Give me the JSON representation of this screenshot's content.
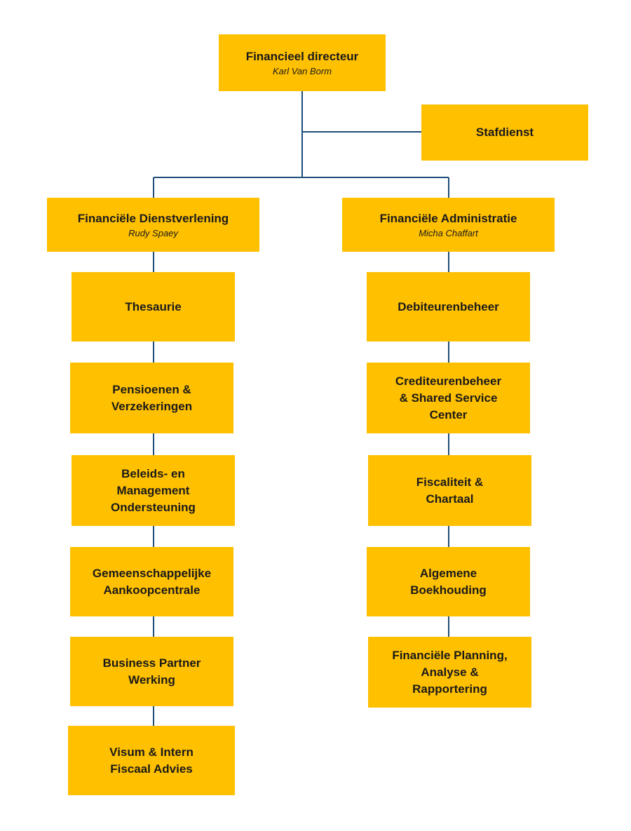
{
  "chart": {
    "director": {
      "title": "Financieel directeur",
      "name": "Karl Van Borm"
    },
    "staff": {
      "title": "Stafdienst"
    },
    "divisions": {
      "left": {
        "title": "Financiële Dienstverlening",
        "name": "Rudy Spaey",
        "units": [
          "Thesaurie",
          "Pensioenen &\nVerzekeringen",
          "Beleids- en\nManagement\nOndersteuning",
          "Gemeenschappelijke\nAankoopcentrale",
          "Business Partner\nWerking",
          "Visum & Intern\nFiscaal Advies"
        ]
      },
      "right": {
        "title": "Financiële Administratie",
        "name": "Micha Chaffart",
        "units": [
          "Debiteurenbeheer",
          "Crediteurenbeheer\n& Shared Service\nCenter",
          "Fiscaliteit &\nChartaal",
          "Algemene\nBoekhouding",
          "Financiële Planning,\nAnalyse &\nRapportering"
        ]
      }
    },
    "colors": {
      "box": "#ffc000",
      "line": "#1f4e79",
      "text": "#1a1a1a"
    }
  }
}
